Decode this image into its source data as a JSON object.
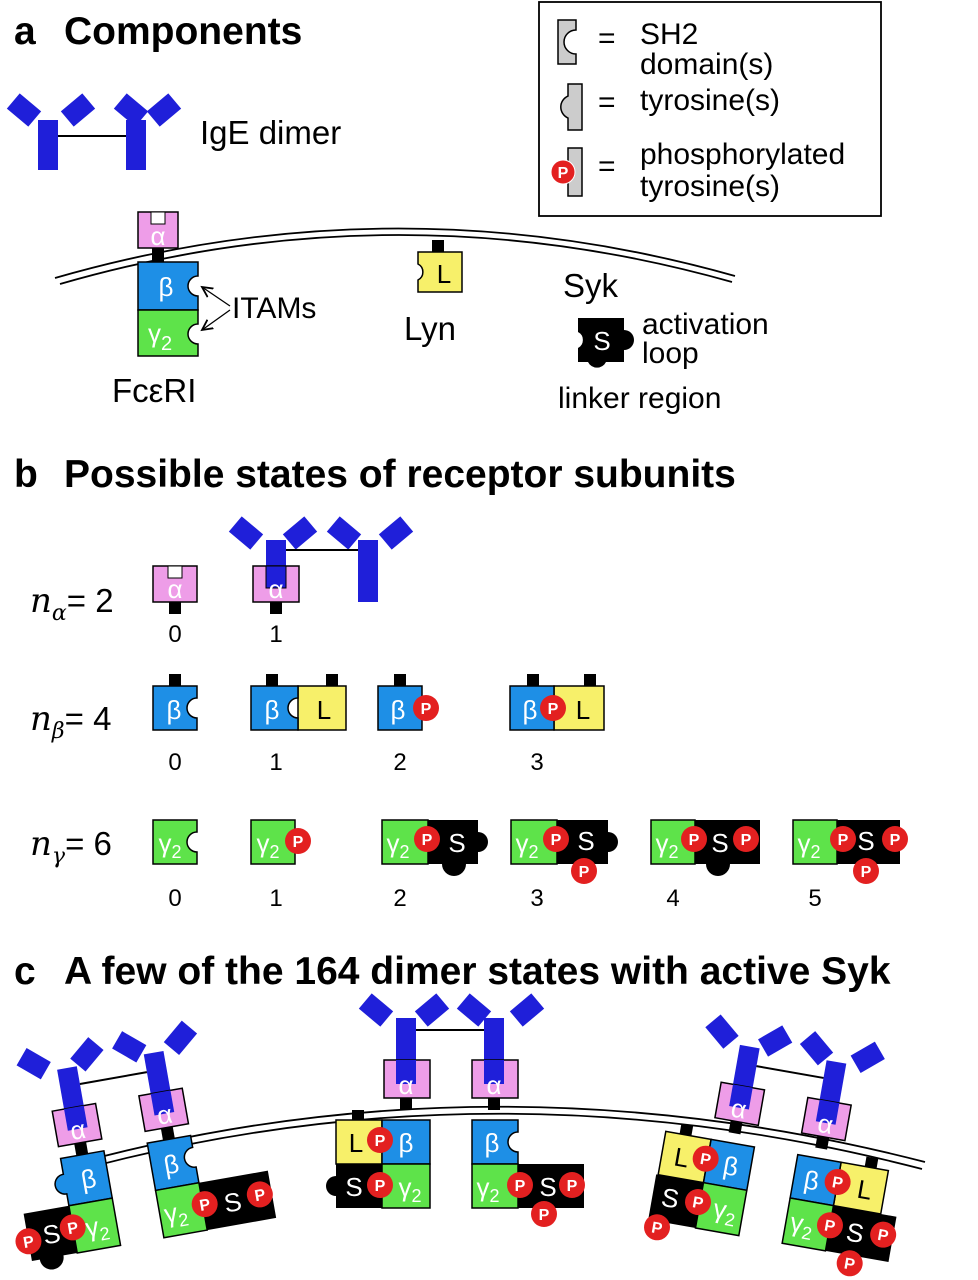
{
  "panel_a": {
    "heading_letter": "a",
    "heading": "Components",
    "ige_label": "IgE dimer",
    "fceri_label": "FcεRI",
    "itams_label": "ITAMs",
    "lyn_label": "Lyn",
    "lyn_letter": "L",
    "syk_label": "Syk",
    "syk_letter": "S",
    "activation_line1": "activation",
    "activation_line2": "loop",
    "linker_label": "linker region",
    "alpha": "α",
    "beta": "β",
    "gamma": "γ",
    "gamma_sub": "2"
  },
  "legend": {
    "eq": "=",
    "sh2_line1": "SH2",
    "sh2_line2": "domain(s)",
    "tyr": "tyrosine(s)",
    "phos_line1": "phosphorylated",
    "phos_line2": "tyrosine(s)",
    "p": "P"
  },
  "panel_b": {
    "heading_letter": "b",
    "heading": "Possible states of receptor subunits",
    "n": "n",
    "alpha_sym": "α",
    "beta_sym": "β",
    "gamma_sym": "γ",
    "alpha_eq": "= 2",
    "beta_eq": "= 4",
    "gamma_eq": "= 6",
    "alpha_states": [
      "0",
      "1"
    ],
    "beta_states": [
      "0",
      "1",
      "2",
      "3"
    ],
    "gamma_states": [
      "0",
      "1",
      "2",
      "3",
      "4",
      "5"
    ]
  },
  "panel_c": {
    "heading_letter": "c",
    "heading": "A few of the 164 dimer states with active Syk"
  },
  "colors": {
    "ige": "#1f1fd9",
    "alpha": "#ee9de8",
    "beta": "#1e8fe6",
    "gamma": "#5ee34a",
    "lyn": "#f7f06a",
    "syk": "#000000",
    "phospho": "#e32020",
    "legend_fill": "#cccccc"
  }
}
